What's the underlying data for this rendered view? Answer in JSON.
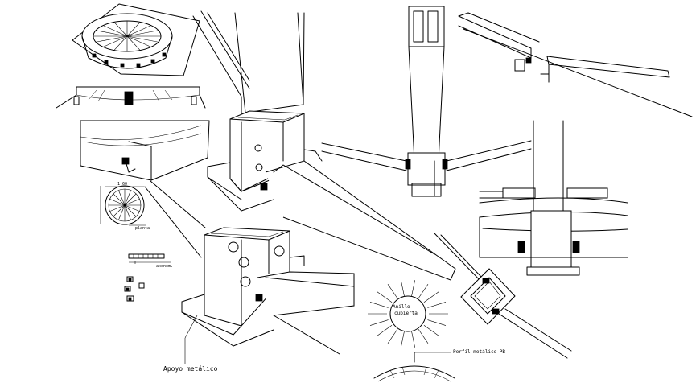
{
  "labels": {
    "apoyo": "Apoyo metálico",
    "anillo_line1": "Anillo",
    "anillo_line2": "cubierta",
    "perfil": "Perfil metálico PB",
    "dim_160": "1.60",
    "dim_planta": "planta",
    "dim_axonom": "axonom."
  }
}
